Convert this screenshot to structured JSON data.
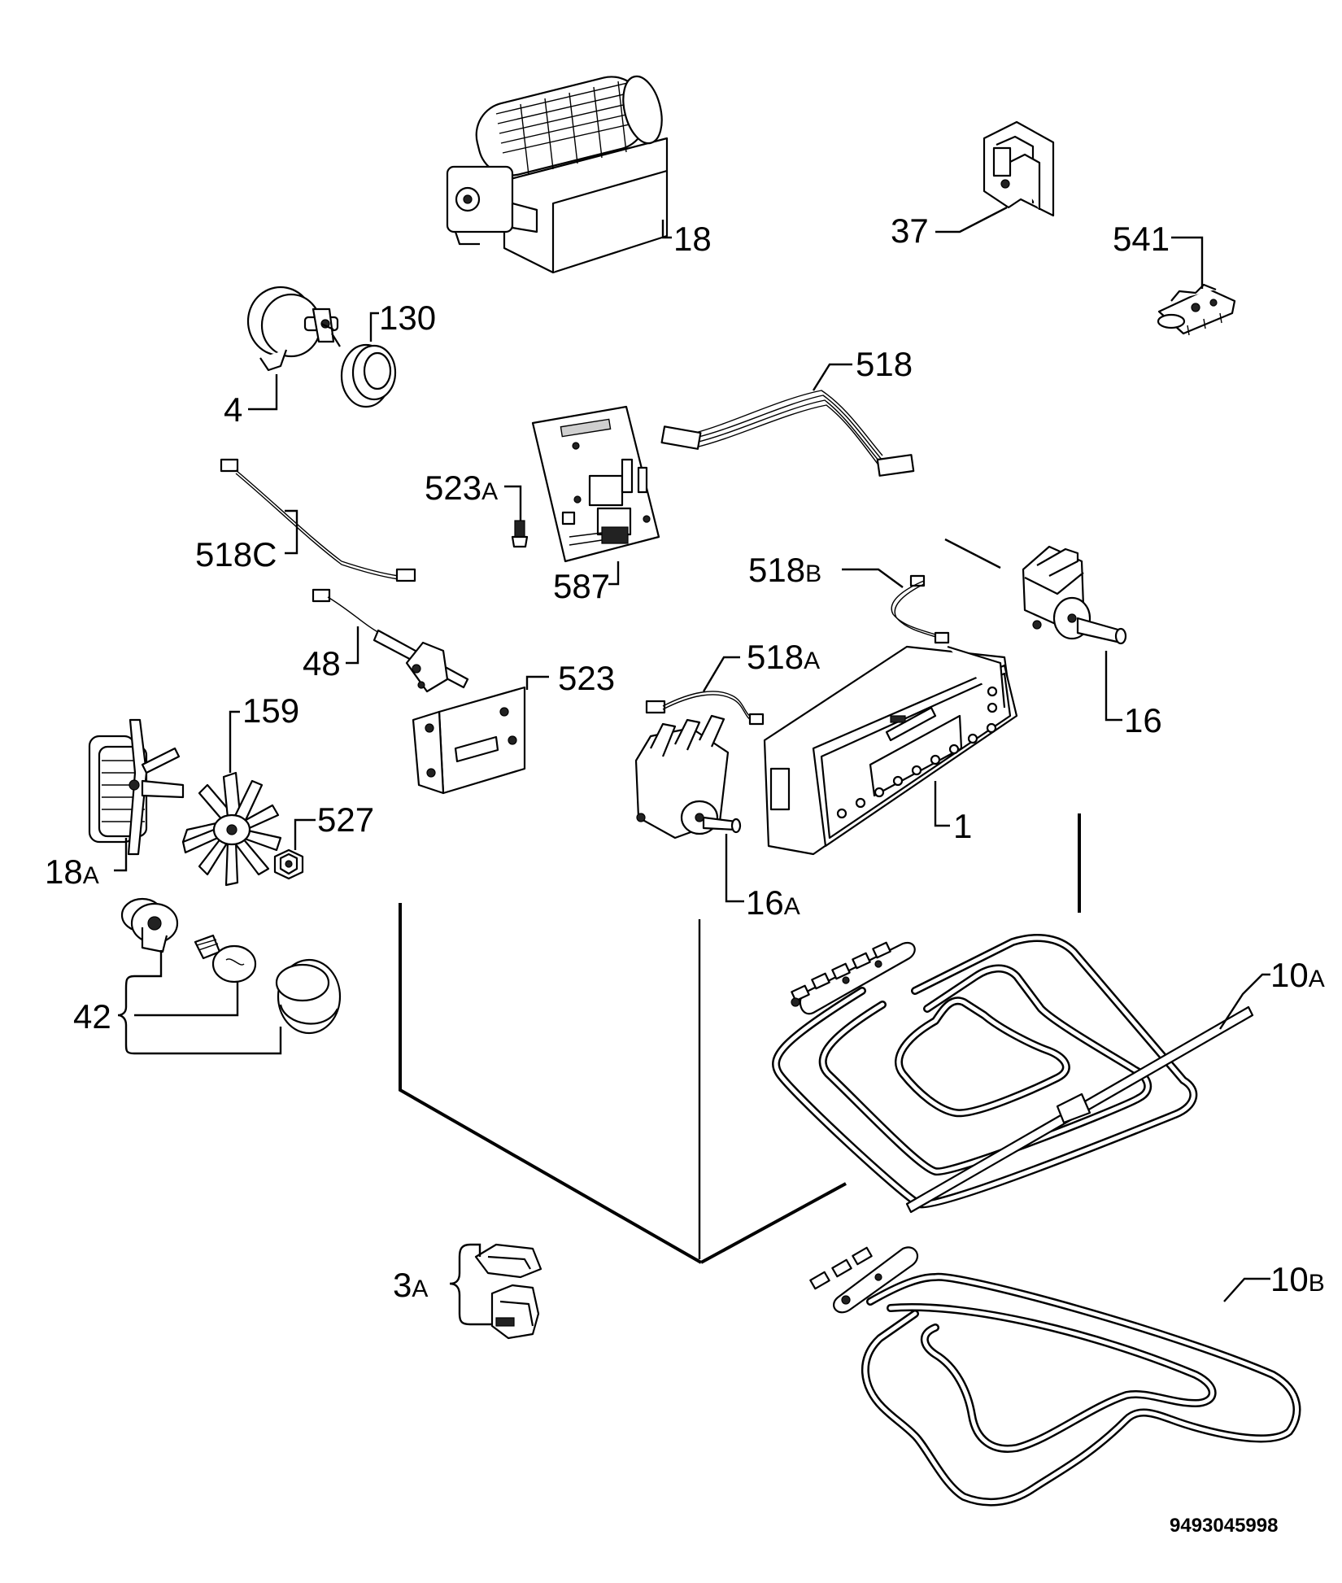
{
  "labels": {
    "p18": "18",
    "p37": "37",
    "p541": "541",
    "p130": "130",
    "p4": "4",
    "p518": "518",
    "p523A": "523",
    "p523A_suffix": "A",
    "p518C": "518C",
    "p587": "587",
    "p518B": "518",
    "p518B_suffix": "B",
    "p48": "48",
    "p523": "523",
    "p518A": "518",
    "p518A_suffix": "A",
    "p16": "16",
    "p159": "159",
    "p527": "527",
    "p18A": "18",
    "p18A_suffix": "A",
    "p1": "1",
    "p16A": "16",
    "p16A_suffix": "A",
    "p42": "42",
    "p10A": "10",
    "p10A_suffix": "A",
    "p3A": "3",
    "p3A_suffix": "A",
    "p10B": "10",
    "p10B_suffix": "B"
  },
  "document_number": "9493045998"
}
